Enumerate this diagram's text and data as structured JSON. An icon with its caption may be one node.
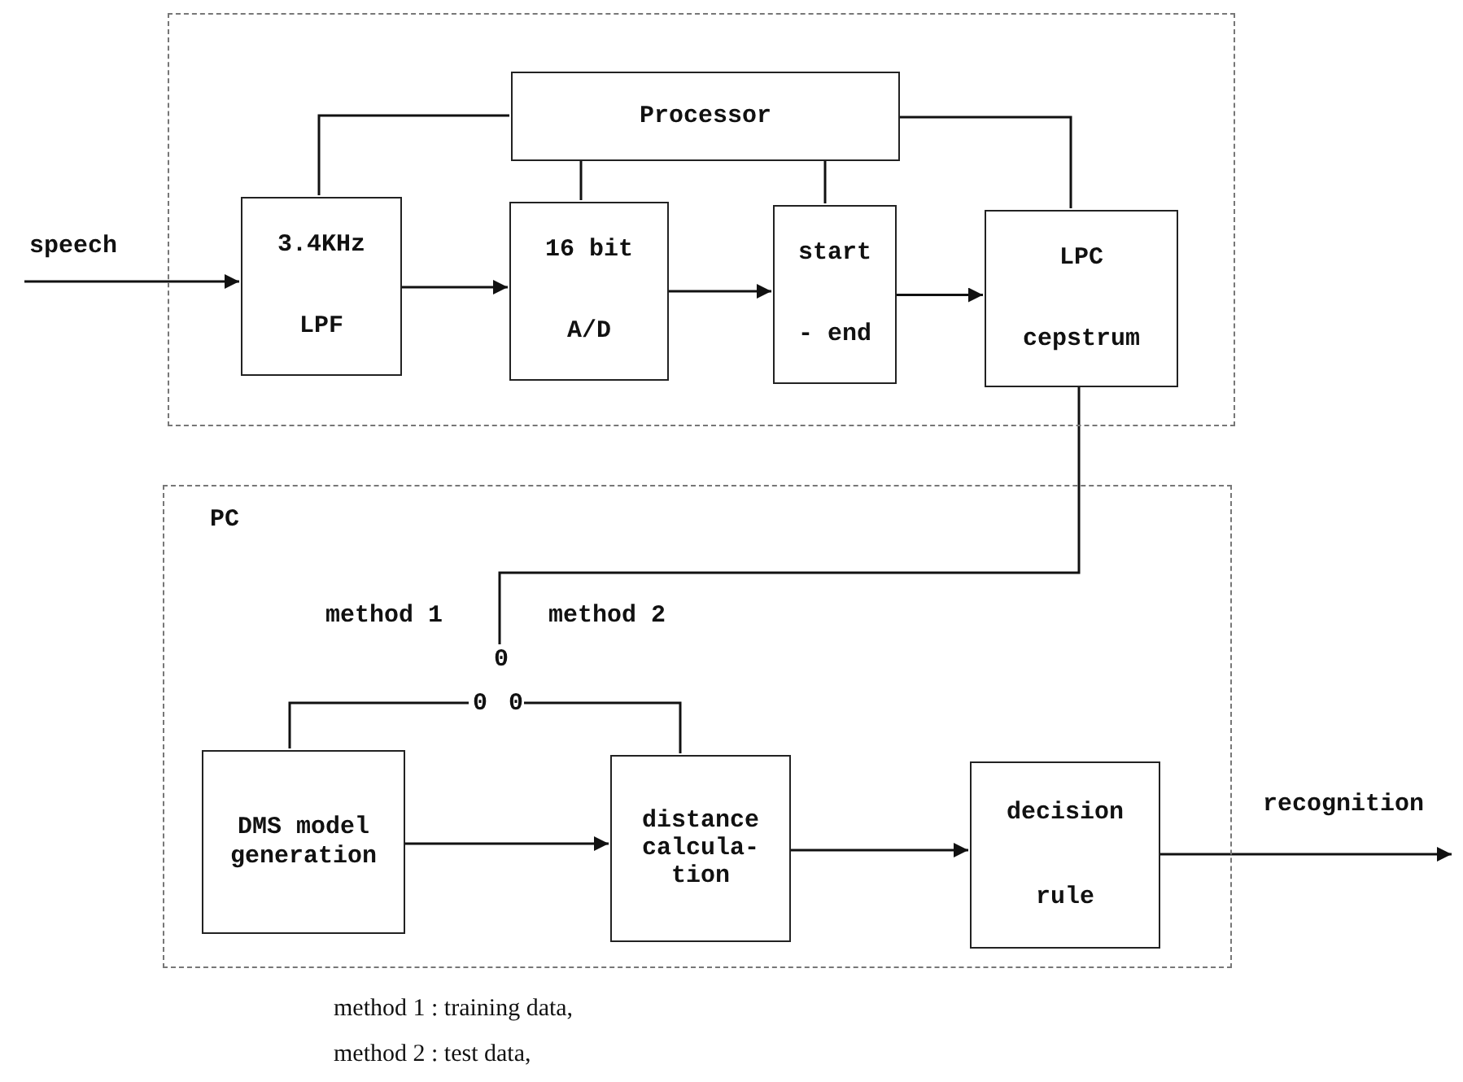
{
  "diagram": {
    "nodes": [
      {
        "text": [],
        "shape": "box"
      },
      {
        "text": [
          "Processor"
        ],
        "in": 0
      },
      {
        "text": [
          "3.4KHz",
          "LPF"
        ],
        "in": 0
      },
      {
        "text": [
          "16 bit",
          "A/D"
        ],
        "in": 0
      },
      {
        "text": [
          "start",
          "- end"
        ],
        "in": 0
      },
      {
        "text": [
          "LPC",
          "cepstrum"
        ],
        "in": 0
      },
      {
        "text": [
          "PC"
        ]
      },
      {
        "text": [
          "0"
        ],
        "in": 6
      },
      {
        "text": [
          "0"
        ],
        "in": 6
      },
      {
        "text": [
          "0"
        ],
        "in": 6
      },
      {
        "text": [
          "DMS model generation"
        ],
        "in": 6
      },
      {
        "text": [
          "distance calcula- tion"
        ],
        "in": 6
      },
      {
        "text": [
          "decision",
          "rule"
        ],
        "in": 6
      }
    ],
    "edges": [
      {
        "from": null,
        "to": 2,
        "arrow": "to",
        "label": "speech"
      },
      {
        "from": 2,
        "to": 3,
        "arrow": "to"
      },
      {
        "from": 3,
        "to": 4,
        "arrow": "to"
      },
      {
        "from": 4,
        "to": 5,
        "arrow": "to"
      },
      {
        "from": 1,
        "to": 2,
        "arrow": "none"
      },
      {
        "from": 1,
        "to": 3,
        "arrow": "none"
      },
      {
        "from": 1,
        "to": 4,
        "arrow": "none"
      },
      {
        "from": 1,
        "to": 5,
        "arrow": "none"
      },
      {
        "from": 5,
        "to": 7,
        "arrow": "none"
      },
      {
        "from": 8,
        "to": 10,
        "arrow": "none"
      },
      {
        "from": 9,
        "to": 11,
        "arrow": "none"
      },
      {
        "from": 10,
        "to": 11,
        "arrow": "to"
      },
      {
        "from": 11,
        "to": 12,
        "arrow": "to"
      },
      {
        "from": 12,
        "to": null,
        "arrow": "to",
        "label": "recognition"
      }
    ],
    "labels": [
      "method 1",
      "method 2",
      "method 1 : training data,",
      "method 2 : test data,"
    ]
  }
}
